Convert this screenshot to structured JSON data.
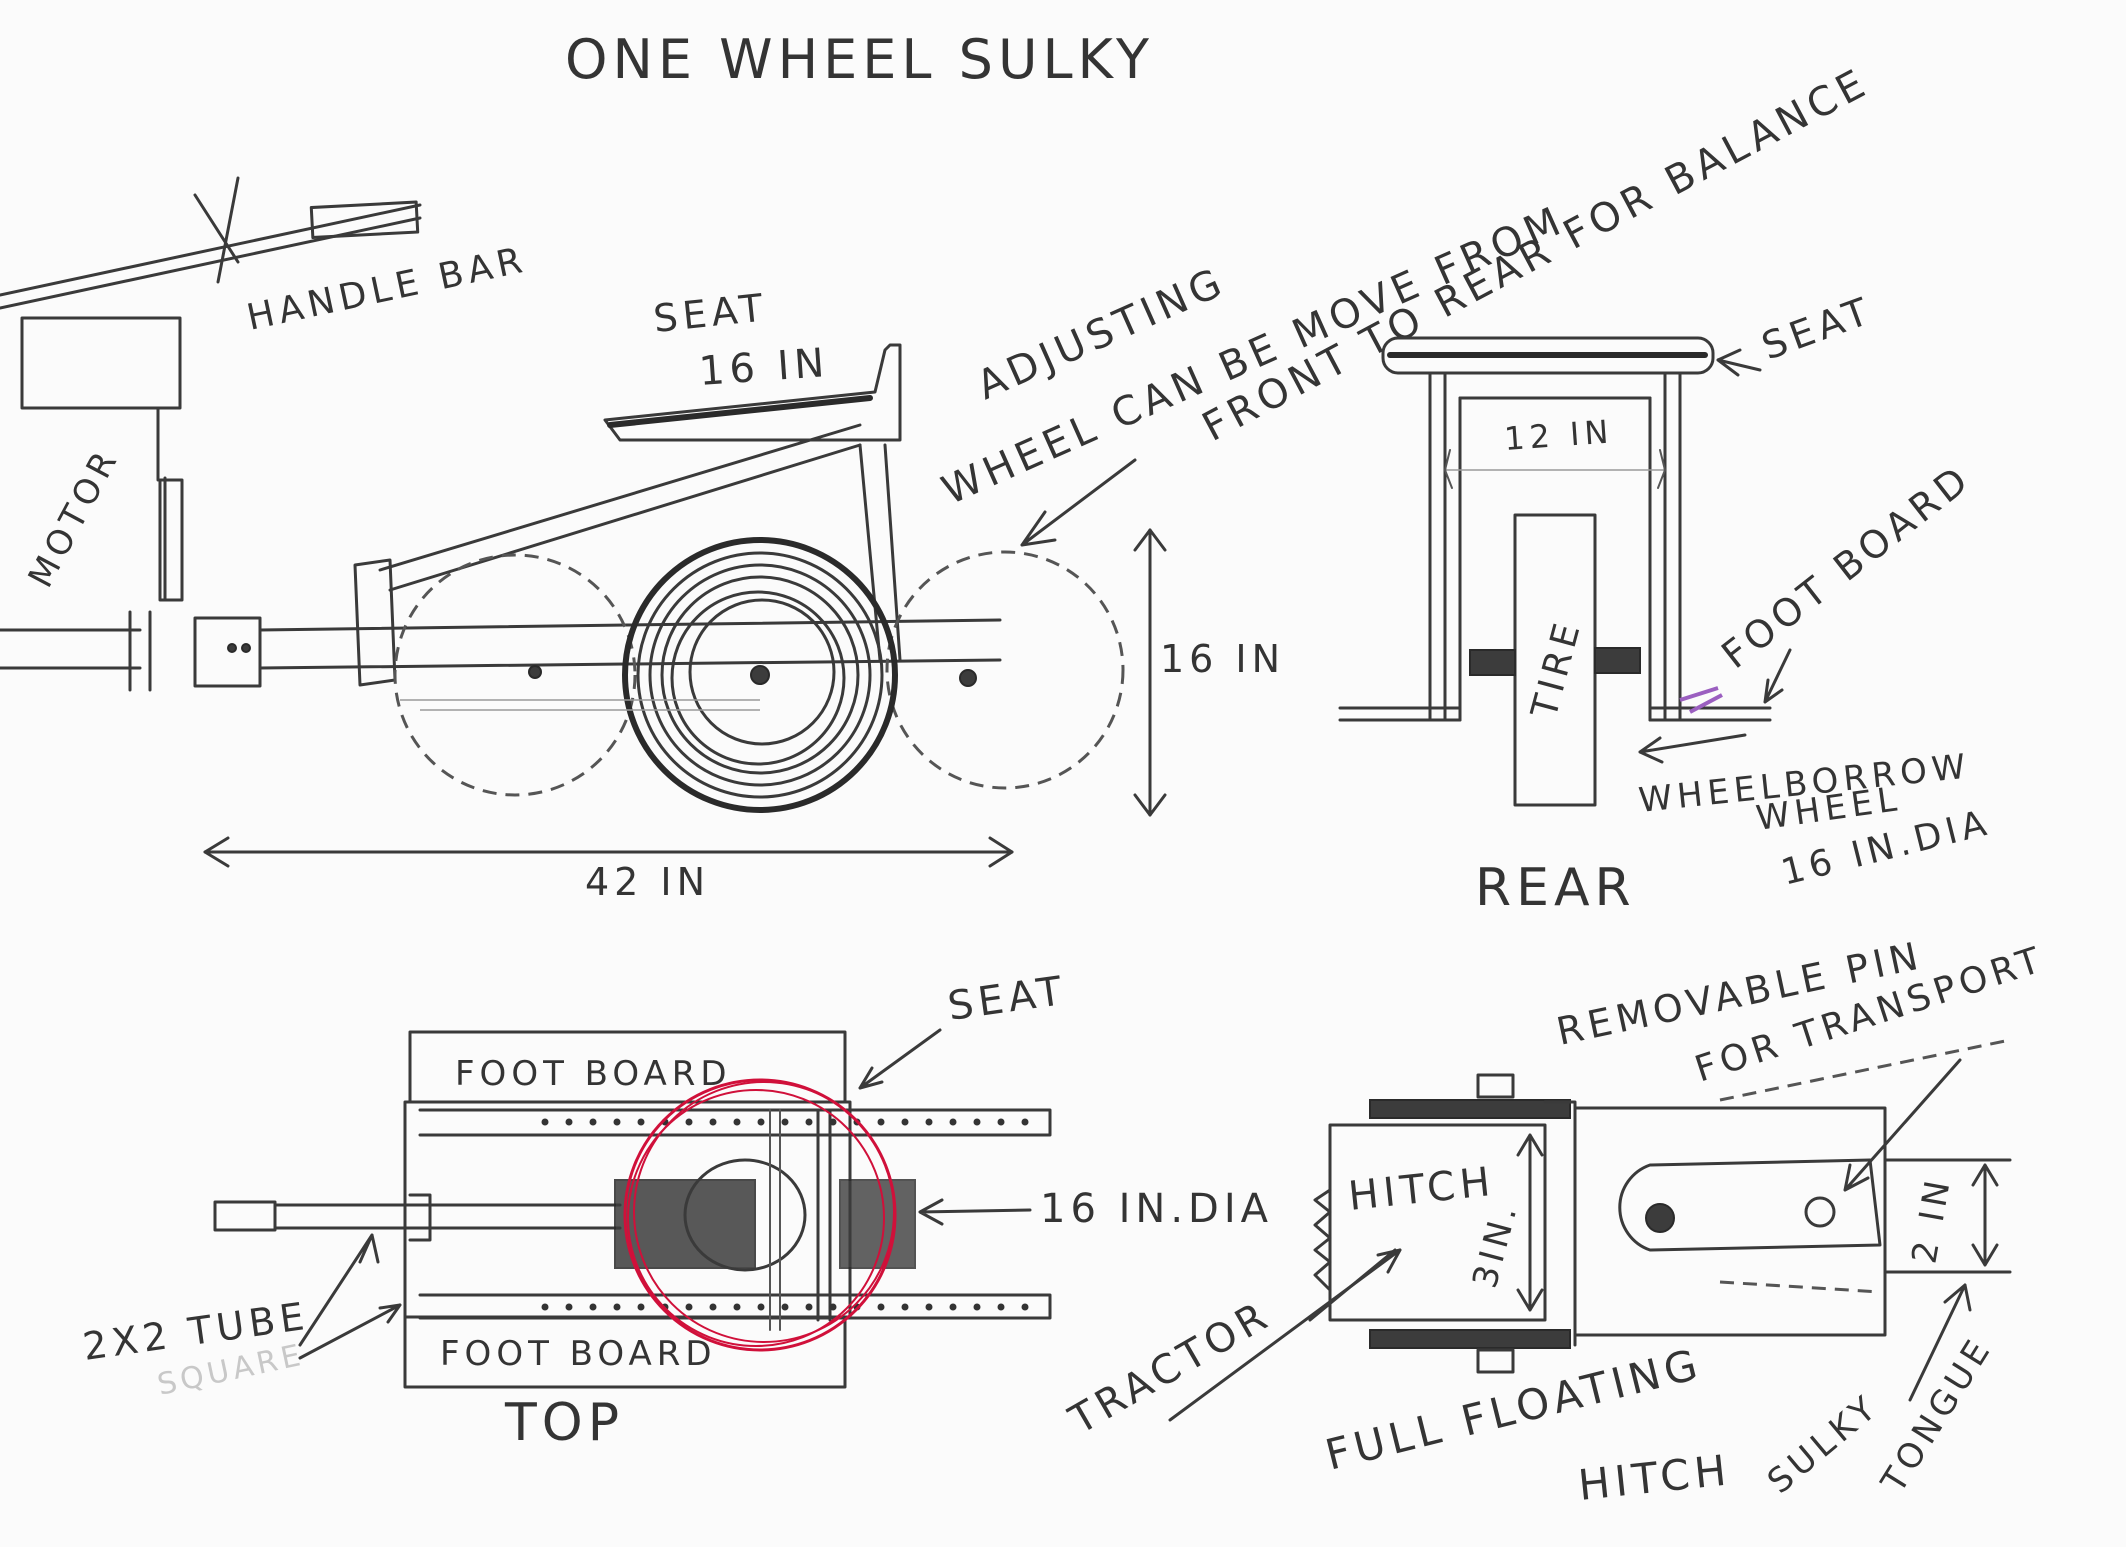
{
  "title": "ONE WHEEL SULKY",
  "side_view": {
    "handle_bar": "HANDLE BAR",
    "motor": "MOTOR",
    "seat": "SEAT",
    "seat_size": "16 IN",
    "adjust_line1": "ADJUSTING",
    "adjust_line2": "WHEEL CAN BE MOVE FROM",
    "adjust_line3": "FRONT TO REAR FOR BALANCE",
    "height": "16 IN",
    "length": "42 IN"
  },
  "rear_view": {
    "seat": "SEAT",
    "width": "12 IN",
    "tire": "TIRE",
    "foot_board": "FOOT BOARD",
    "wheel_line1": "WHEELBORROW",
    "wheel_line2": "WHEEL",
    "wheel_line3": "16 IN.DIA",
    "caption": "REAR"
  },
  "top_view": {
    "foot_board_top": "FOOT BOARD",
    "foot_board_bottom": "FOOT BOARD",
    "seat": "SEAT",
    "wheel_dia": "16 IN.DIA",
    "tube": "2X2 TUBE",
    "square": "SQUARE",
    "caption": "TOP"
  },
  "hitch_view": {
    "removable_line1": "REMOVABLE PIN",
    "removable_line2": "FOR TRANSPORT",
    "hitch": "HITCH",
    "hitch_size": "3IN.",
    "tongue_size": "2 IN",
    "tractor": "TRACTOR",
    "full_floating": "FULL FLOATING",
    "hitch_caption": "HITCH",
    "sulky": "SULKY",
    "tongue": "TONGUE"
  },
  "colors": {
    "paper": "#fbfbfb",
    "pencil": "#3a3a3a",
    "red_circle": "#d0103a",
    "purple_mark": "#9b5fc0"
  }
}
